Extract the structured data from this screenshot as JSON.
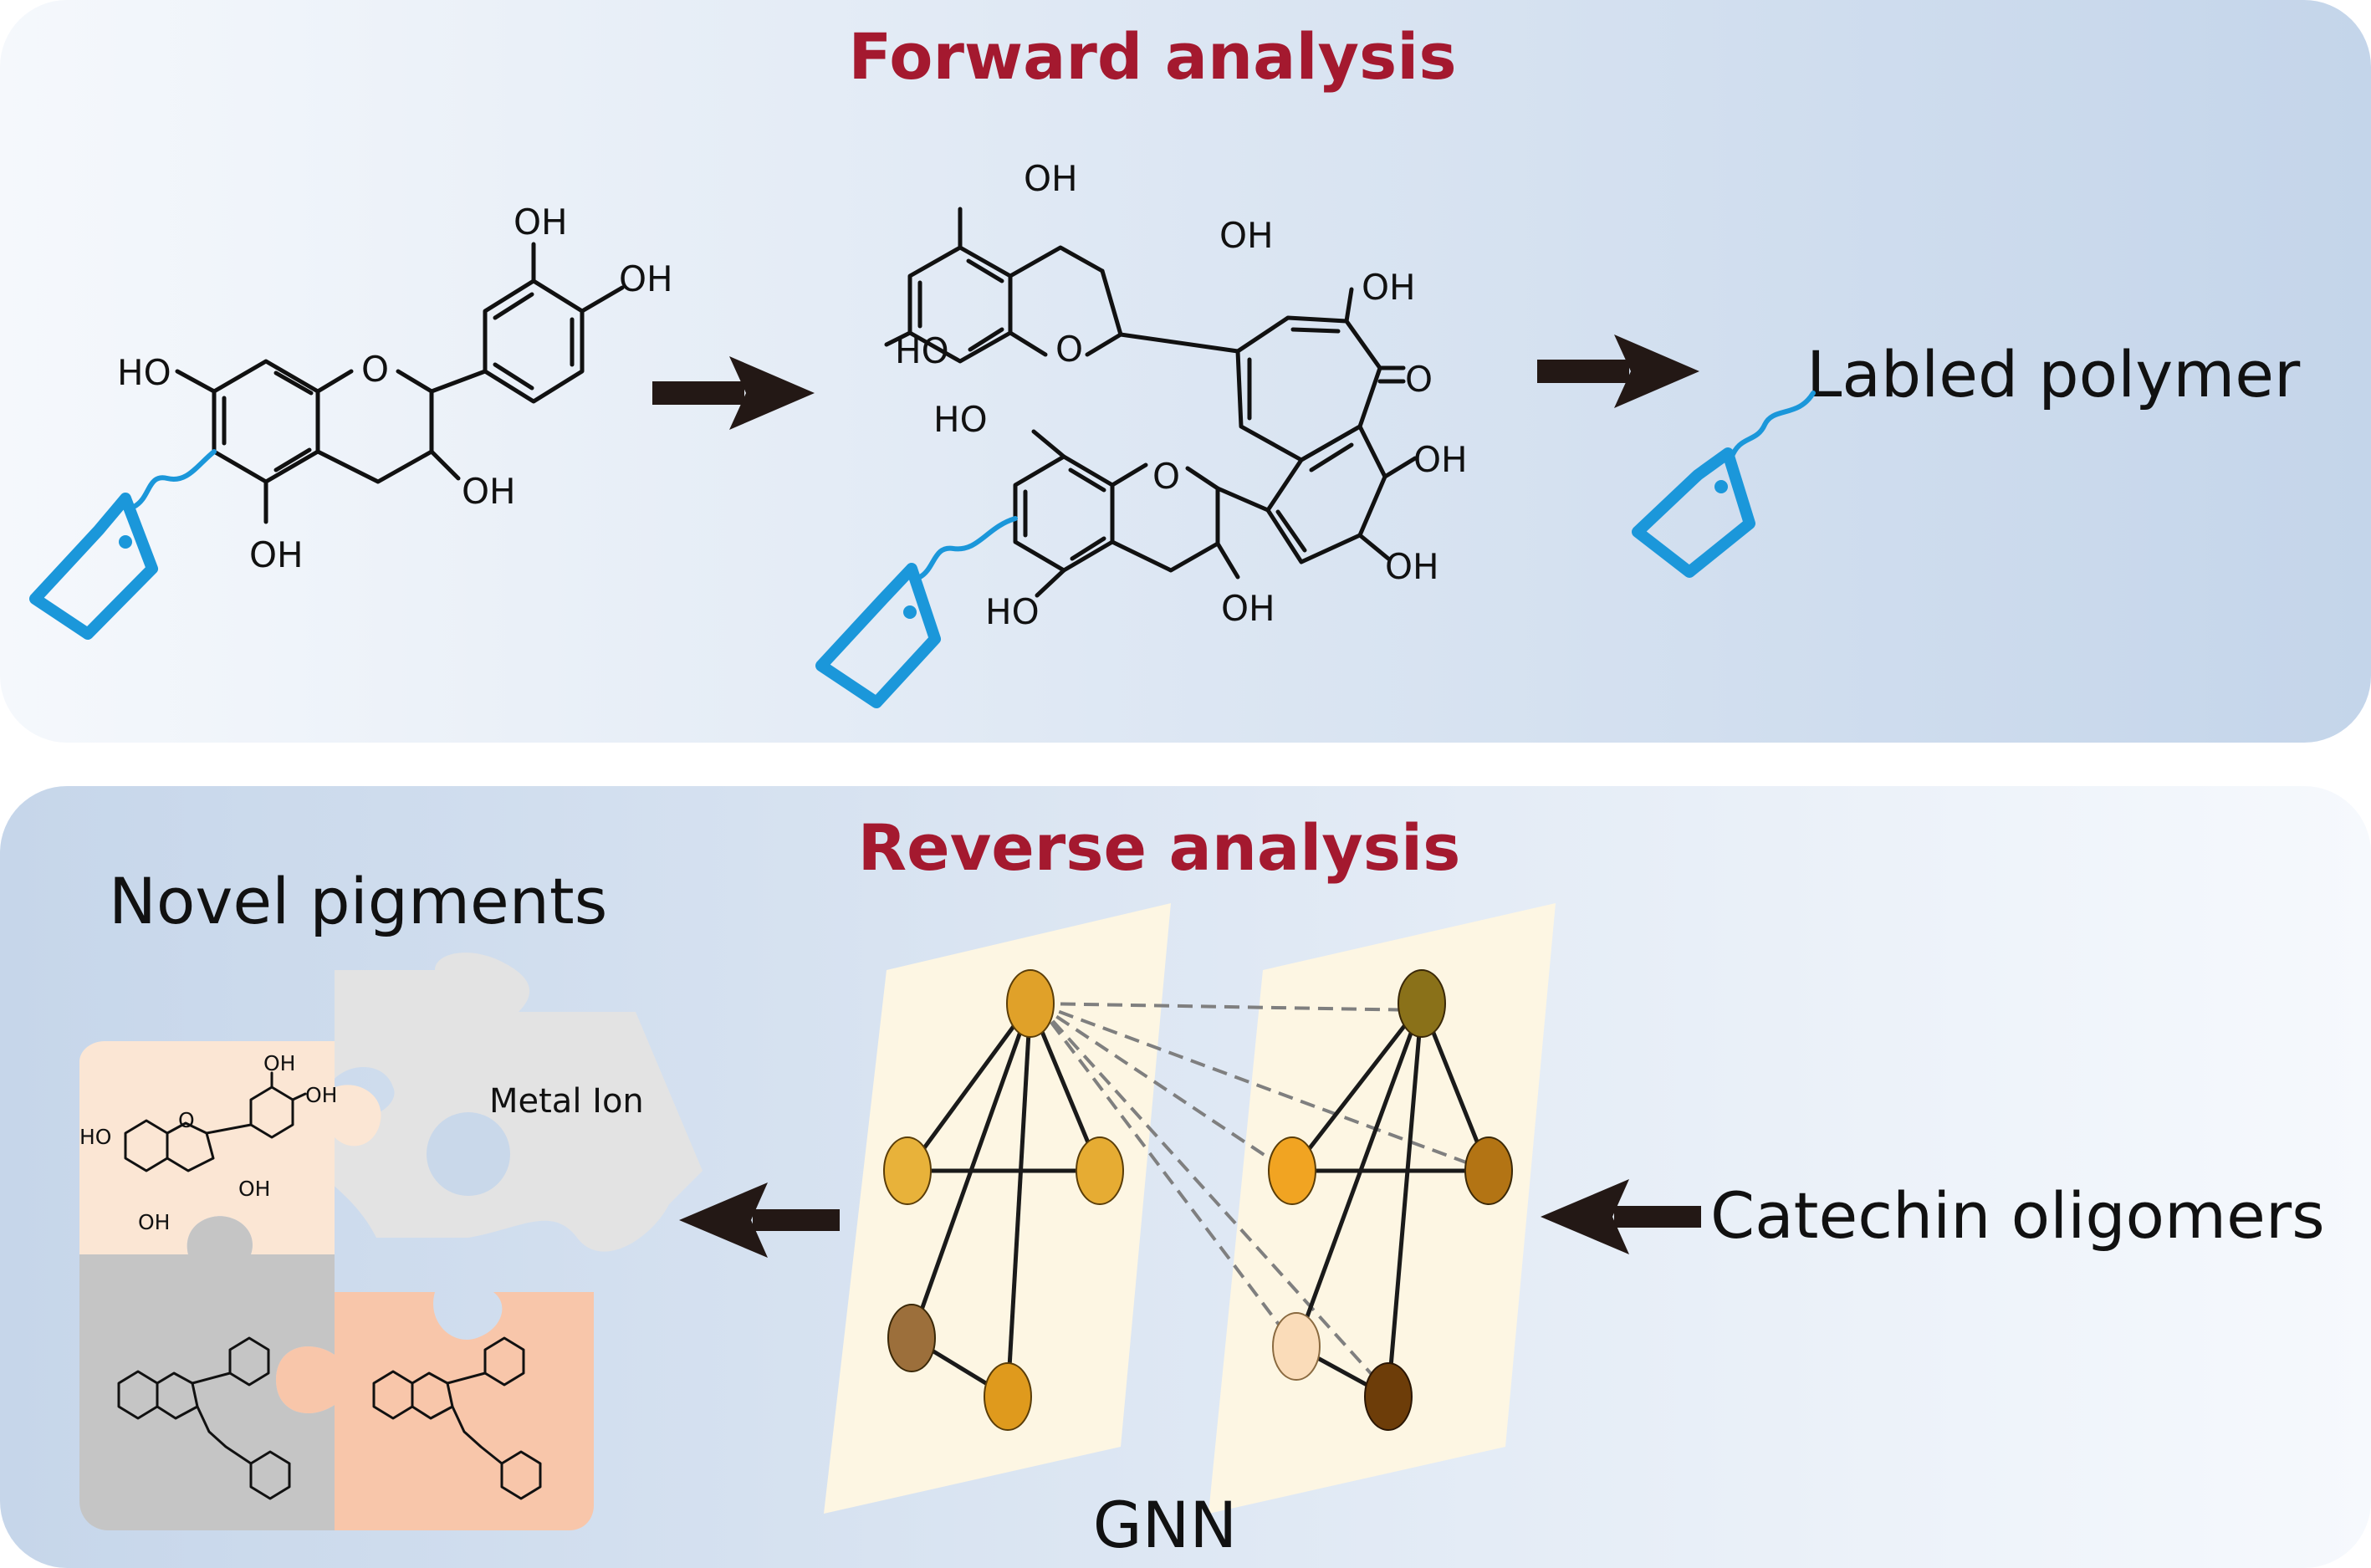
{
  "forward": {
    "title": "Forward analysis",
    "title_color": "#a4192f",
    "output_label": "Labled polymer",
    "catechin_labels": [
      "HO",
      "OH",
      "OH",
      "OH",
      "OH",
      "O"
    ],
    "dimer_labels": [
      "OH",
      "OH",
      "HO",
      "O",
      "OH",
      "O",
      "HO",
      "O",
      "OH",
      "OH",
      "HO",
      "OH"
    ]
  },
  "reverse": {
    "title": "Reverse analysis",
    "title_color": "#a4192f",
    "output_label": "Novel pigments",
    "input_label": "Catechin oligomers",
    "model_label": "GNN",
    "puzzle_label": "Metal Ion",
    "small_chem_labels": [
      "OH",
      "OH",
      "HO",
      "O",
      "OH",
      "OH"
    ]
  },
  "colors": {
    "tag": "#1b97da",
    "arrow": "#231815",
    "panel_top_start": "#f4f7fc",
    "panel_top_end": "#c6d6ea",
    "graph_plane": "#fdf6e3",
    "node_colors_left": [
      "#e0a129",
      "#e8b23a",
      "#e6ac33",
      "#9c6f3b",
      "#df9a1d"
    ],
    "node_colors_right": [
      "#8a7119",
      "#f1a422",
      "#b37414",
      "#fadcb9",
      "#6d3d09"
    ]
  }
}
